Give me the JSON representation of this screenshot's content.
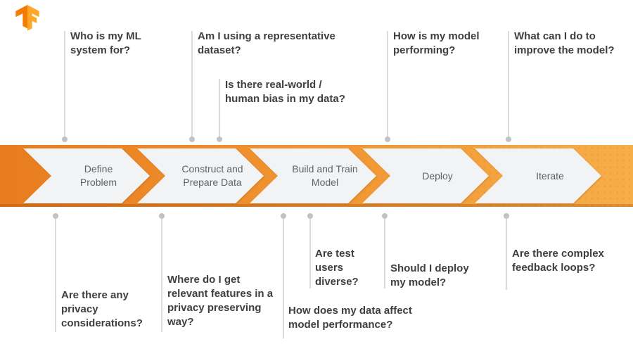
{
  "logo": {
    "name": "tensorflow-logo"
  },
  "pipeline": {
    "stages": [
      {
        "label": "Define Problem"
      },
      {
        "label": "Construct and Prepare Data"
      },
      {
        "label": "Build and Train Model"
      },
      {
        "label": "Deploy"
      },
      {
        "label": "Iterate"
      }
    ]
  },
  "top_questions": [
    {
      "text": "Who is my ML system for?"
    },
    {
      "text": "Am I using a representative dataset?"
    },
    {
      "text": "Is there real-world / human bias in my data?"
    },
    {
      "text": "How is my model performing?"
    },
    {
      "text": "What can I do to improve the model?"
    }
  ],
  "bottom_questions": [
    {
      "text": "Are there any privacy considerations?"
    },
    {
      "text": "Where do I get relevant features in a privacy preserving way?"
    },
    {
      "text": "How does my data affect model performance?"
    },
    {
      "text": "Are test users diverse?"
    },
    {
      "text": "Should I deploy my model?"
    },
    {
      "text": "Are there complex feedback loops?"
    }
  ],
  "colors": {
    "band_left": "#e87c1e",
    "band_mid": "#ef9330",
    "band_right": "#f6ae49",
    "chevron_fill": "#f1f3f4",
    "stage_text": "#5f6368",
    "question_text": "#3c4043",
    "line": "#d9dbde",
    "dot": "#bfc3c7",
    "logo_dark": "#e8710a",
    "logo_light": "#ffa726"
  }
}
